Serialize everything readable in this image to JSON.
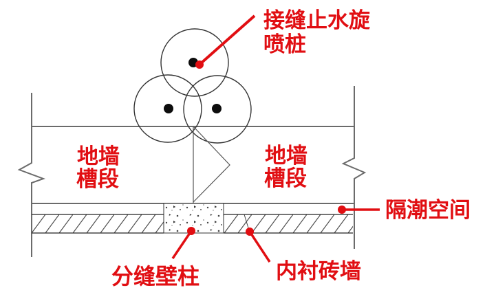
{
  "diagram": {
    "type": "construction-detail-diagram",
    "background": "#ffffff",
    "colors": {
      "label_red": "#e10e12",
      "line_gray": "#6b6b6b",
      "circle_dark": "#333333",
      "joint_gray": "#555555",
      "band_line": "#222222",
      "dot_black": "#0d0d0d",
      "hatch_stroke": "#4d4d4d"
    },
    "labels": {
      "jet_grout_pile_line1": "接缝止水旋",
      "jet_grout_pile_line2": "喷桩",
      "left_segment_line1": "地墙",
      "left_segment_line2": "槽段",
      "right_segment_line1": "地墙",
      "right_segment_line2": "槽段",
      "moisture_space": "隔潮空间",
      "division_pilaster": "分缝壁柱",
      "brick_lining_wall": "内衬砖墙"
    }
  }
}
